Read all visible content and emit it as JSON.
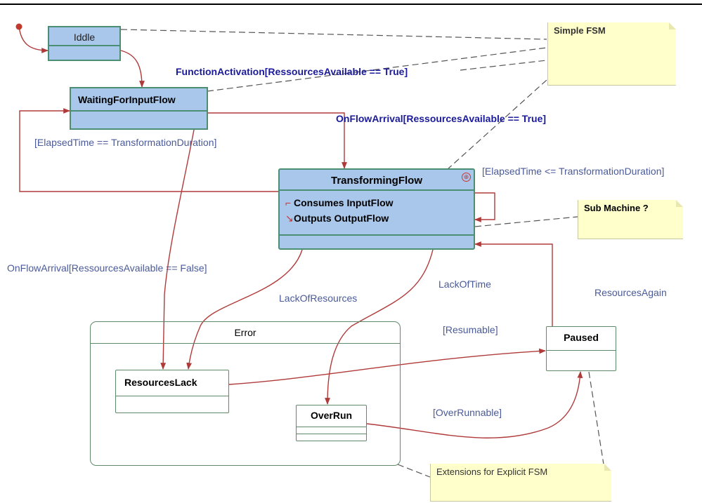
{
  "diagram": {
    "states": {
      "iddle": "Iddle",
      "waiting": "WaitingForInputFlow",
      "transforming": "TransformingFlow",
      "error": "Error",
      "resources_lack": "ResourcesLack",
      "overrun": "OverRun",
      "paused": "Paused"
    },
    "operations": {
      "consumes": "Consumes InputFlow",
      "outputs": "Outputs  OutputFlow"
    },
    "notes": {
      "simple_fsm": "Simple FSM",
      "sub_machine": "Sub Machine ?",
      "extensions": "Extensions for Explicit FSM"
    },
    "transitions": {
      "function_activation": "FunctionActivation[RessourcesAvailable == True]",
      "on_flow_arrival_true": "OnFlowArrival[RessourcesAvailable == True]",
      "elapsed_eq": "[ElapsedTime == TransformationDuration]",
      "elapsed_le": "[ElapsedTime <= TransformationDuration]",
      "on_flow_arrival_false": "OnFlowArrival[RessourcesAvailable  == False]",
      "lack_of_resources": "LackOfResources",
      "lack_of_time": "LackOfTime",
      "resources_again": "ResourcesAgain",
      "resumable": "[Resumable]",
      "overrunnable": "[OverRunnable]"
    },
    "colors": {
      "state_fill": "#a9c7ea",
      "state_border": "#4a8f74",
      "transition": "#b03a3a",
      "note_fill": "#ffffcc",
      "label_dark": "#1a1a9a",
      "label_light": "#4a5a9a"
    }
  }
}
